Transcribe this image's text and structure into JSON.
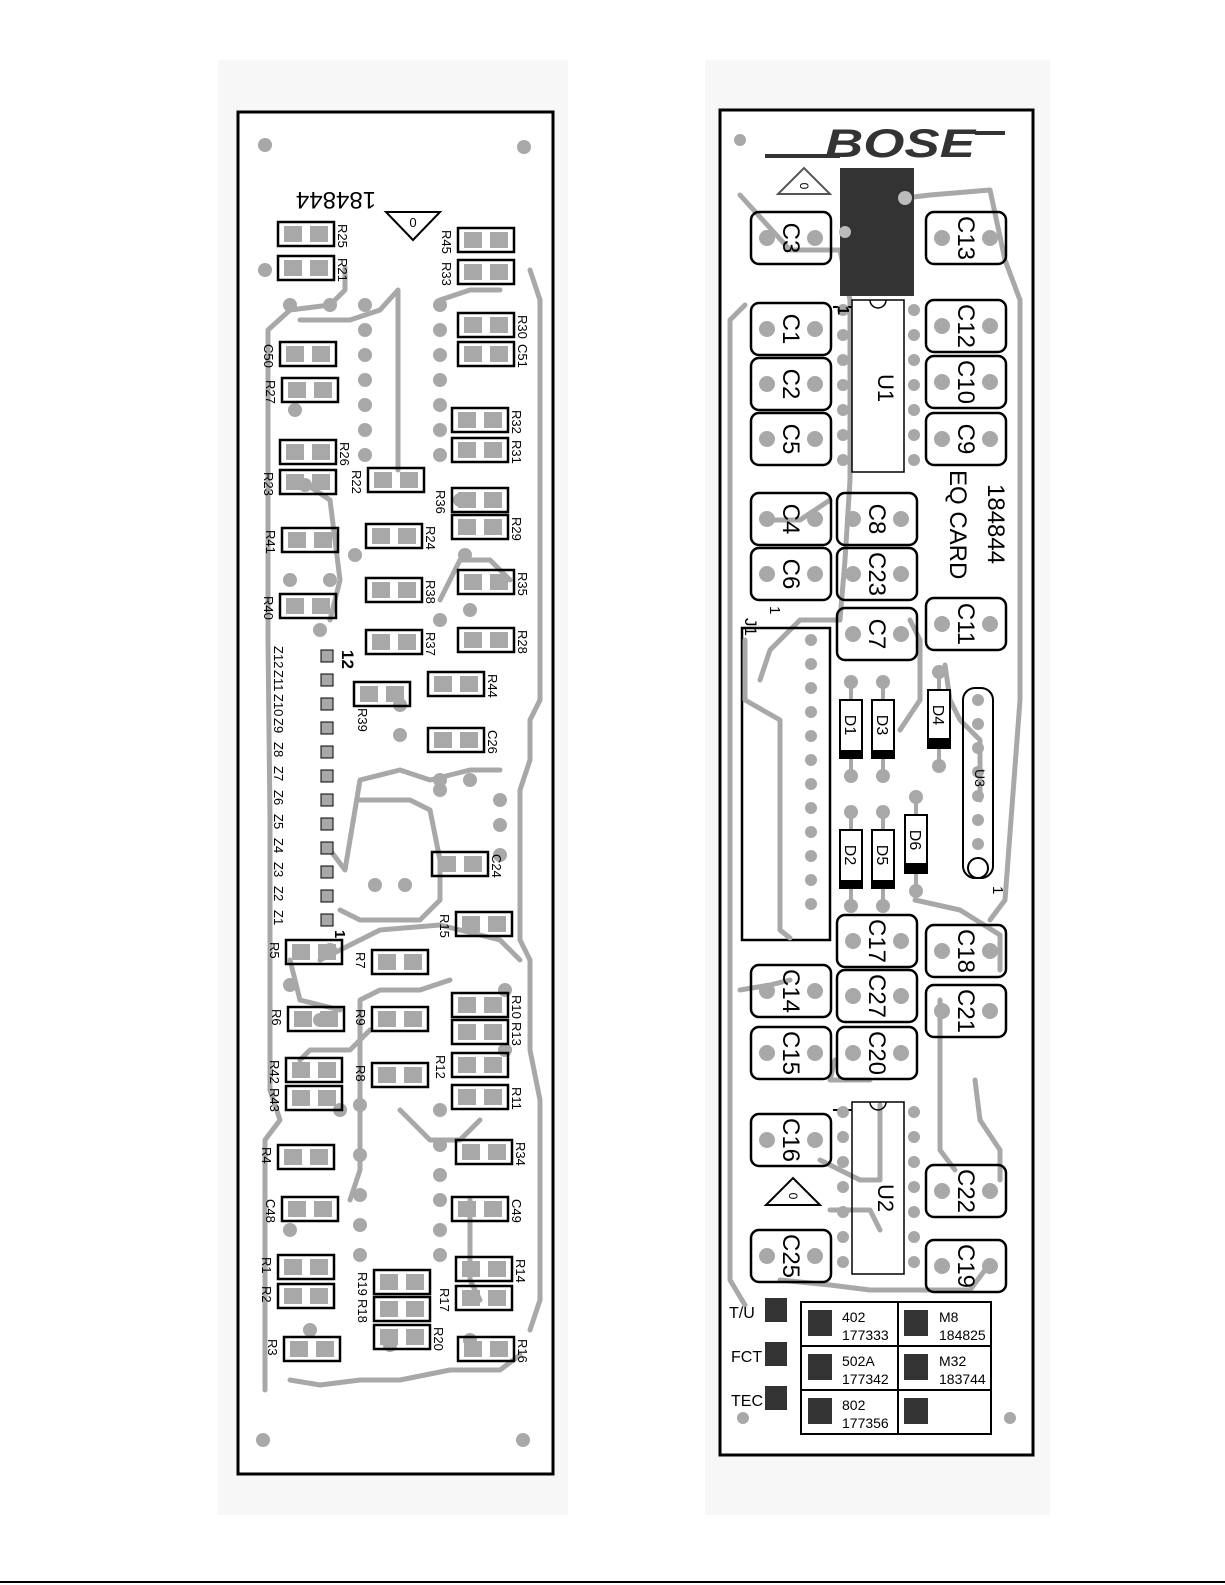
{
  "left_board": {
    "board_number_mirrored": "184844",
    "rev_triangle": "0",
    "resistors": [
      {
        "ref": "R25"
      },
      {
        "ref": "R21"
      },
      {
        "ref": "R45"
      },
      {
        "ref": "R33"
      },
      {
        "ref": "R30"
      },
      {
        "ref": "C51"
      },
      {
        "ref": "C50"
      },
      {
        "ref": "R27"
      },
      {
        "ref": "R32"
      },
      {
        "ref": "R31"
      },
      {
        "ref": "R26"
      },
      {
        "ref": "R23"
      },
      {
        "ref": "R22"
      },
      {
        "ref": "R36"
      },
      {
        "ref": "R29"
      },
      {
        "ref": "R41"
      },
      {
        "ref": "R24"
      },
      {
        "ref": "R35"
      },
      {
        "ref": "R38"
      },
      {
        "ref": "R40"
      },
      {
        "ref": "R37"
      },
      {
        "ref": "R28"
      },
      {
        "ref": "R44"
      },
      {
        "ref": "R39"
      },
      {
        "ref": "C26"
      },
      {
        "ref": "C24"
      },
      {
        "ref": "R15"
      },
      {
        "ref": "R5"
      },
      {
        "ref": "R7"
      },
      {
        "ref": "R10"
      },
      {
        "ref": "R13"
      },
      {
        "ref": "R6"
      },
      {
        "ref": "R9"
      },
      {
        "ref": "R12"
      },
      {
        "ref": "R42"
      },
      {
        "ref": "R43"
      },
      {
        "ref": "R8"
      },
      {
        "ref": "R11"
      },
      {
        "ref": "R34"
      },
      {
        "ref": "R4"
      },
      {
        "ref": "C48"
      },
      {
        "ref": "C49"
      },
      {
        "ref": "R1"
      },
      {
        "ref": "R2"
      },
      {
        "ref": "R19"
      },
      {
        "ref": "R18"
      },
      {
        "ref": "R14"
      },
      {
        "ref": "R17"
      },
      {
        "ref": "R3"
      },
      {
        "ref": "R20"
      },
      {
        "ref": "R16"
      }
    ],
    "connector_pins": [
      "Z12",
      "Z11",
      "Z10",
      "Z9",
      "Z8",
      "Z7",
      "Z6",
      "Z5",
      "Z4",
      "Z3",
      "Z2",
      "Z1"
    ],
    "pin_marker_12": "12",
    "pin_marker_1": "1"
  },
  "right_board": {
    "logo": "BOSE",
    "rev_triangle_top": "0",
    "rev_triangle_bottom": "0",
    "board_number": "184844",
    "board_name": "EQ CARD",
    "capacitors": [
      "C3",
      "C13",
      "C1",
      "C12",
      "C2",
      "C10",
      "C5",
      "C9",
      "C4",
      "C8",
      "C6",
      "C23",
      "C11",
      "C7",
      "C17",
      "C18",
      "C14",
      "C27",
      "C21",
      "C15",
      "C20",
      "C16",
      "C22",
      "C25",
      "C19"
    ],
    "ics": [
      "U1",
      "U2",
      "U3"
    ],
    "diodes": [
      "D1",
      "D3",
      "D4",
      "D2",
      "D5",
      "D6"
    ],
    "connector": "J1",
    "pin1_marks": [
      "1",
      "1",
      "1"
    ],
    "test_labels": [
      "T/U",
      "FCT",
      "TEC"
    ],
    "part_table": [
      {
        "code": "402",
        "number": "177333"
      },
      {
        "code": "M8",
        "number": "184825"
      },
      {
        "code": "502A",
        "number": "177342"
      },
      {
        "code": "M32",
        "number": "183744"
      },
      {
        "code": "802",
        "number": "177356"
      },
      {
        "code": "",
        "number": ""
      }
    ]
  }
}
